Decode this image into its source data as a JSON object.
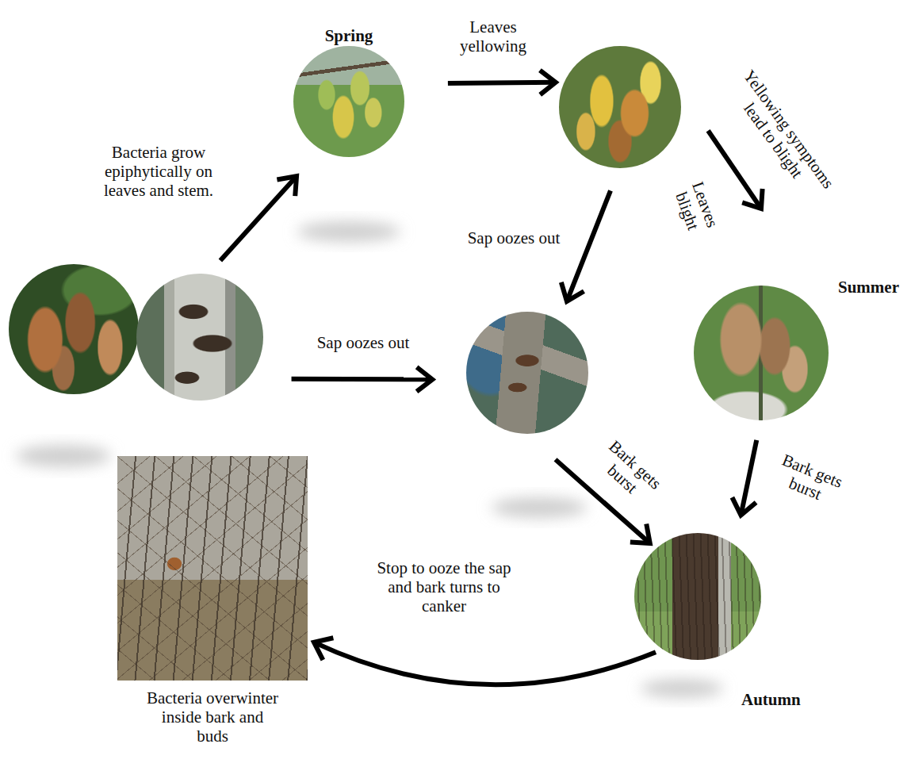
{
  "diagram": {
    "nodes": [
      {
        "text": []
      },
      {
        "text": []
      },
      {
        "text": [
          "Spring"
        ]
      },
      {
        "text": []
      },
      {
        "text": []
      },
      {
        "text": [
          "Summer"
        ]
      },
      {
        "text": [
          "Autumn"
        ]
      },
      {
        "text": [
          "Bacteria overwinter inside bark and buds"
        ]
      }
    ],
    "edges": [
      {
        "from": 1,
        "to": 2,
        "arrow": "to",
        "label": "Bacteria grow epiphytically on leaves and stem."
      },
      {
        "from": 2,
        "to": 3,
        "arrow": "to",
        "label": "Leaves yellowing"
      },
      {
        "from": 3,
        "to": 4,
        "arrow": "to",
        "label": "Sap oozes out"
      },
      {
        "from": 3,
        "to": 5,
        "arrow": "to",
        "label": "Yellowing symptoms lead to blight"
      },
      {
        "from": 1,
        "to": 4,
        "arrow": "to",
        "label": "Sap oozes out"
      },
      {
        "from": 4,
        "to": 6,
        "arrow": "to",
        "label": "Bark gets burst"
      },
      {
        "from": 5,
        "to": 6,
        "arrow": "to",
        "label": "Bark gets burst"
      },
      {
        "from": 6,
        "to": 7,
        "arrow": "to",
        "label": "Stop to ooze the sap and bark turns to canker"
      }
    ],
    "labels": [
      "Leaves blight"
    ]
  }
}
